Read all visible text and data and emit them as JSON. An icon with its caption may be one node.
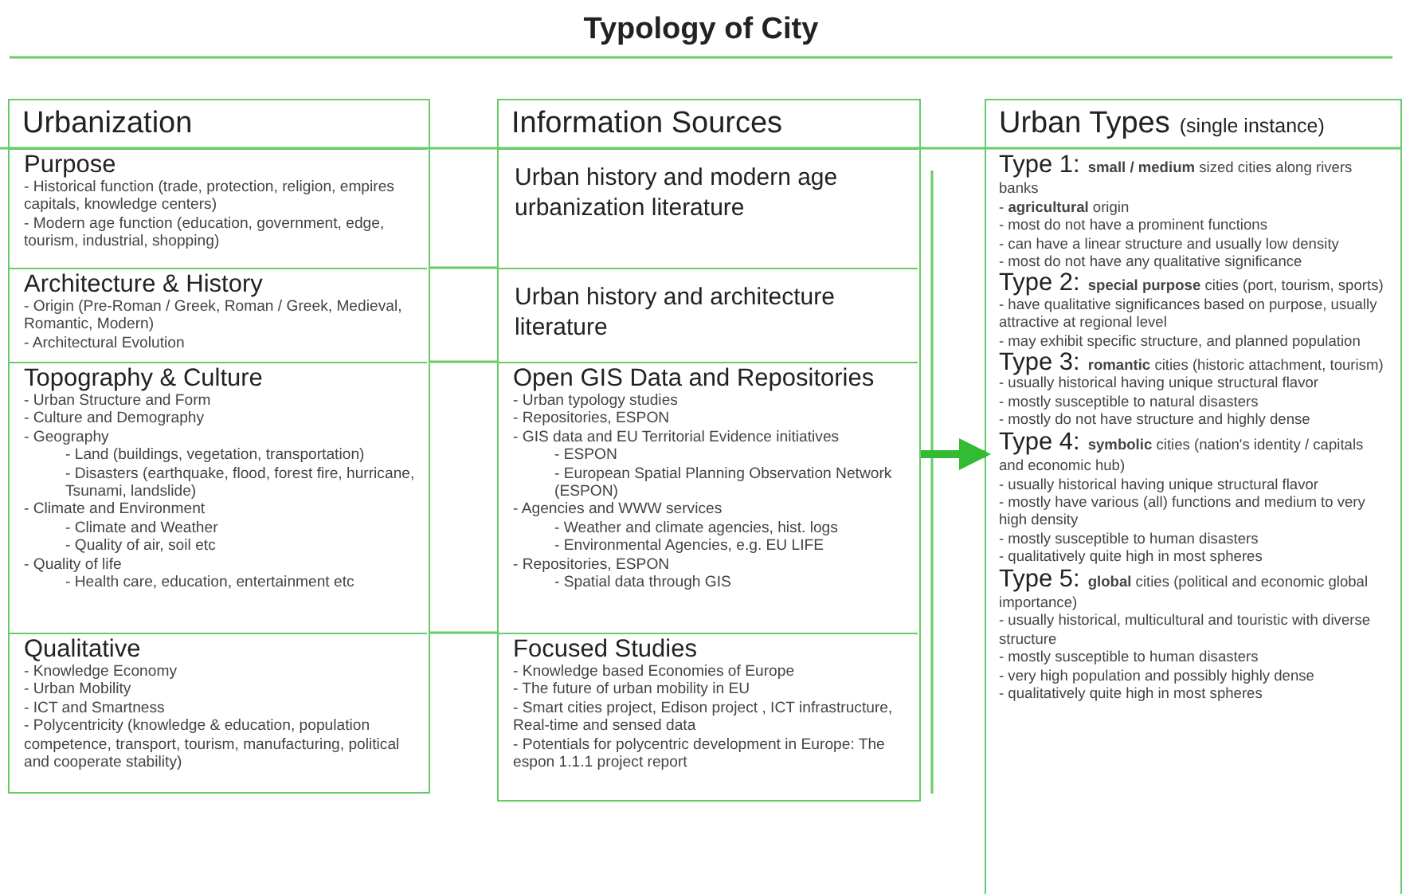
{
  "diagram": {
    "title": "Typology of City",
    "nodes": [
      {
        "text": [
          "Urbanization"
        ]
      },
      {
        "text": [
          "Purpose",
          "- Historical function (trade, protection, religion, empires capitals, knowledge centers)",
          "- Modern age function (education, government, edge, tourism, industrial, shopping)"
        ],
        "in": 0
      },
      {
        "text": [
          "Architecture & History",
          "- Origin (Pre-Roman / Greek, Roman / Greek, Medieval, Romantic, Modern)",
          "- Architectural Evolution"
        ],
        "in": 0
      },
      {
        "text": [
          "Topography & Culture",
          "- Urban Structure and Form",
          "- Culture and Demography",
          "- Geography",
          "- Land (buildings, vegetation, transportation)",
          "- Disasters (earthquake, flood, forest fire, hurricane, Tsunami, landslide)",
          "- Climate and Environment",
          "- Climate and Weather",
          "- Quality of air, soil etc",
          "- Quality of life",
          "- Health care, education, entertainment etc"
        ],
        "in": 0
      },
      {
        "text": [
          "Qualitative",
          "- Knowledge Economy",
          "- Urban Mobility",
          "- ICT and Smartness",
          "- Polycentricity (knowledge & education, population competence, transport, tourism, manufacturing, political and cooperate stability)"
        ],
        "in": 0
      },
      {
        "text": [
          "Information Sources"
        ]
      },
      {
        "text": [
          "Urban history and modern age urbanization literature"
        ],
        "in": 5
      },
      {
        "text": [
          "Urban history and architecture literature"
        ],
        "in": 5
      },
      {
        "text": [
          "Open GIS Data and Repositories",
          "- Urban typology studies",
          "- Repositories, ESPON",
          "- GIS data and EU Territorial Evidence initiatives",
          "- ESPON",
          "- European Spatial Planning Observation Network (ESPON)",
          "- Agencies and WWW services",
          "- Weather and climate agencies, hist. logs",
          "- Environmental Agencies, e.g. EU LIFE",
          "- Repositories, ESPON",
          "- Spatial data through GIS"
        ],
        "in": 5
      },
      {
        "text": [
          "Focused Studies",
          "- Knowledge based Economies of Europe",
          "- The future of urban mobility in EU",
          "- Smart cities project, Edison project , ICT infrastructure, Real-time and sensed data",
          "- Potentials for polycentric development in Europe: The espon 1.1.1 project report"
        ],
        "in": 5
      },
      {
        "text": [
          "Urban Types",
          "(single instance)",
          "Type 1:",
          "**small / medium** sized cities along rivers banks",
          "- **agricultural** origin",
          "- most do not have a prominent functions",
          "- can have a linear structure and usually low density",
          "- most do not have any qualitative significance",
          "Type 2:",
          "**special purpose** cities (port, tourism, sports)",
          "- have qualitative significances based on purpose, usually attractive at regional level",
          "- may exhibit specific structure, and planned population",
          "Type 3:",
          "**romantic** cities (historic attachment, tourism)",
          "- usually historical having unique structural flavor",
          "- mostly susceptible to natural disasters",
          "- mostly do not have structure and highly dense",
          "Type 4:",
          "**symbolic** cities (nation's identity / capitals and economic hub)",
          "- usually historical having unique structural flavor",
          "- mostly have various (all) functions and medium to very high density",
          "- mostly susceptible to human disasters",
          "- qualitatively quite high in most spheres",
          "Type 5:",
          "**global** cities (political and economic global importance)",
          "- usually historical, multicultural and touristic with diverse structure",
          "- mostly susceptible to human disasters",
          "- very high population and possibly highly dense",
          "- qualitatively quite high in most spheres"
        ]
      }
    ],
    "edges": [
      {
        "from": 5,
        "to": 10,
        "arrow": "to"
      }
    ]
  }
}
